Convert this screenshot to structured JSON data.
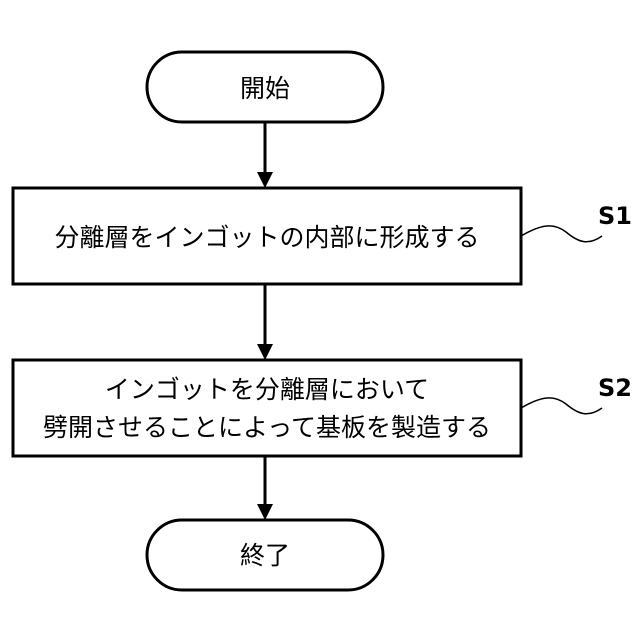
{
  "flowchart": {
    "start": {
      "text": "開始"
    },
    "step1": {
      "text": "分離層をインゴットの内部に形成する",
      "label": "S1"
    },
    "step2": {
      "line1": "インゴットを分離層において",
      "line2": "劈開させることによって基板を製造する",
      "label": "S2"
    },
    "end": {
      "text": "終了"
    }
  }
}
